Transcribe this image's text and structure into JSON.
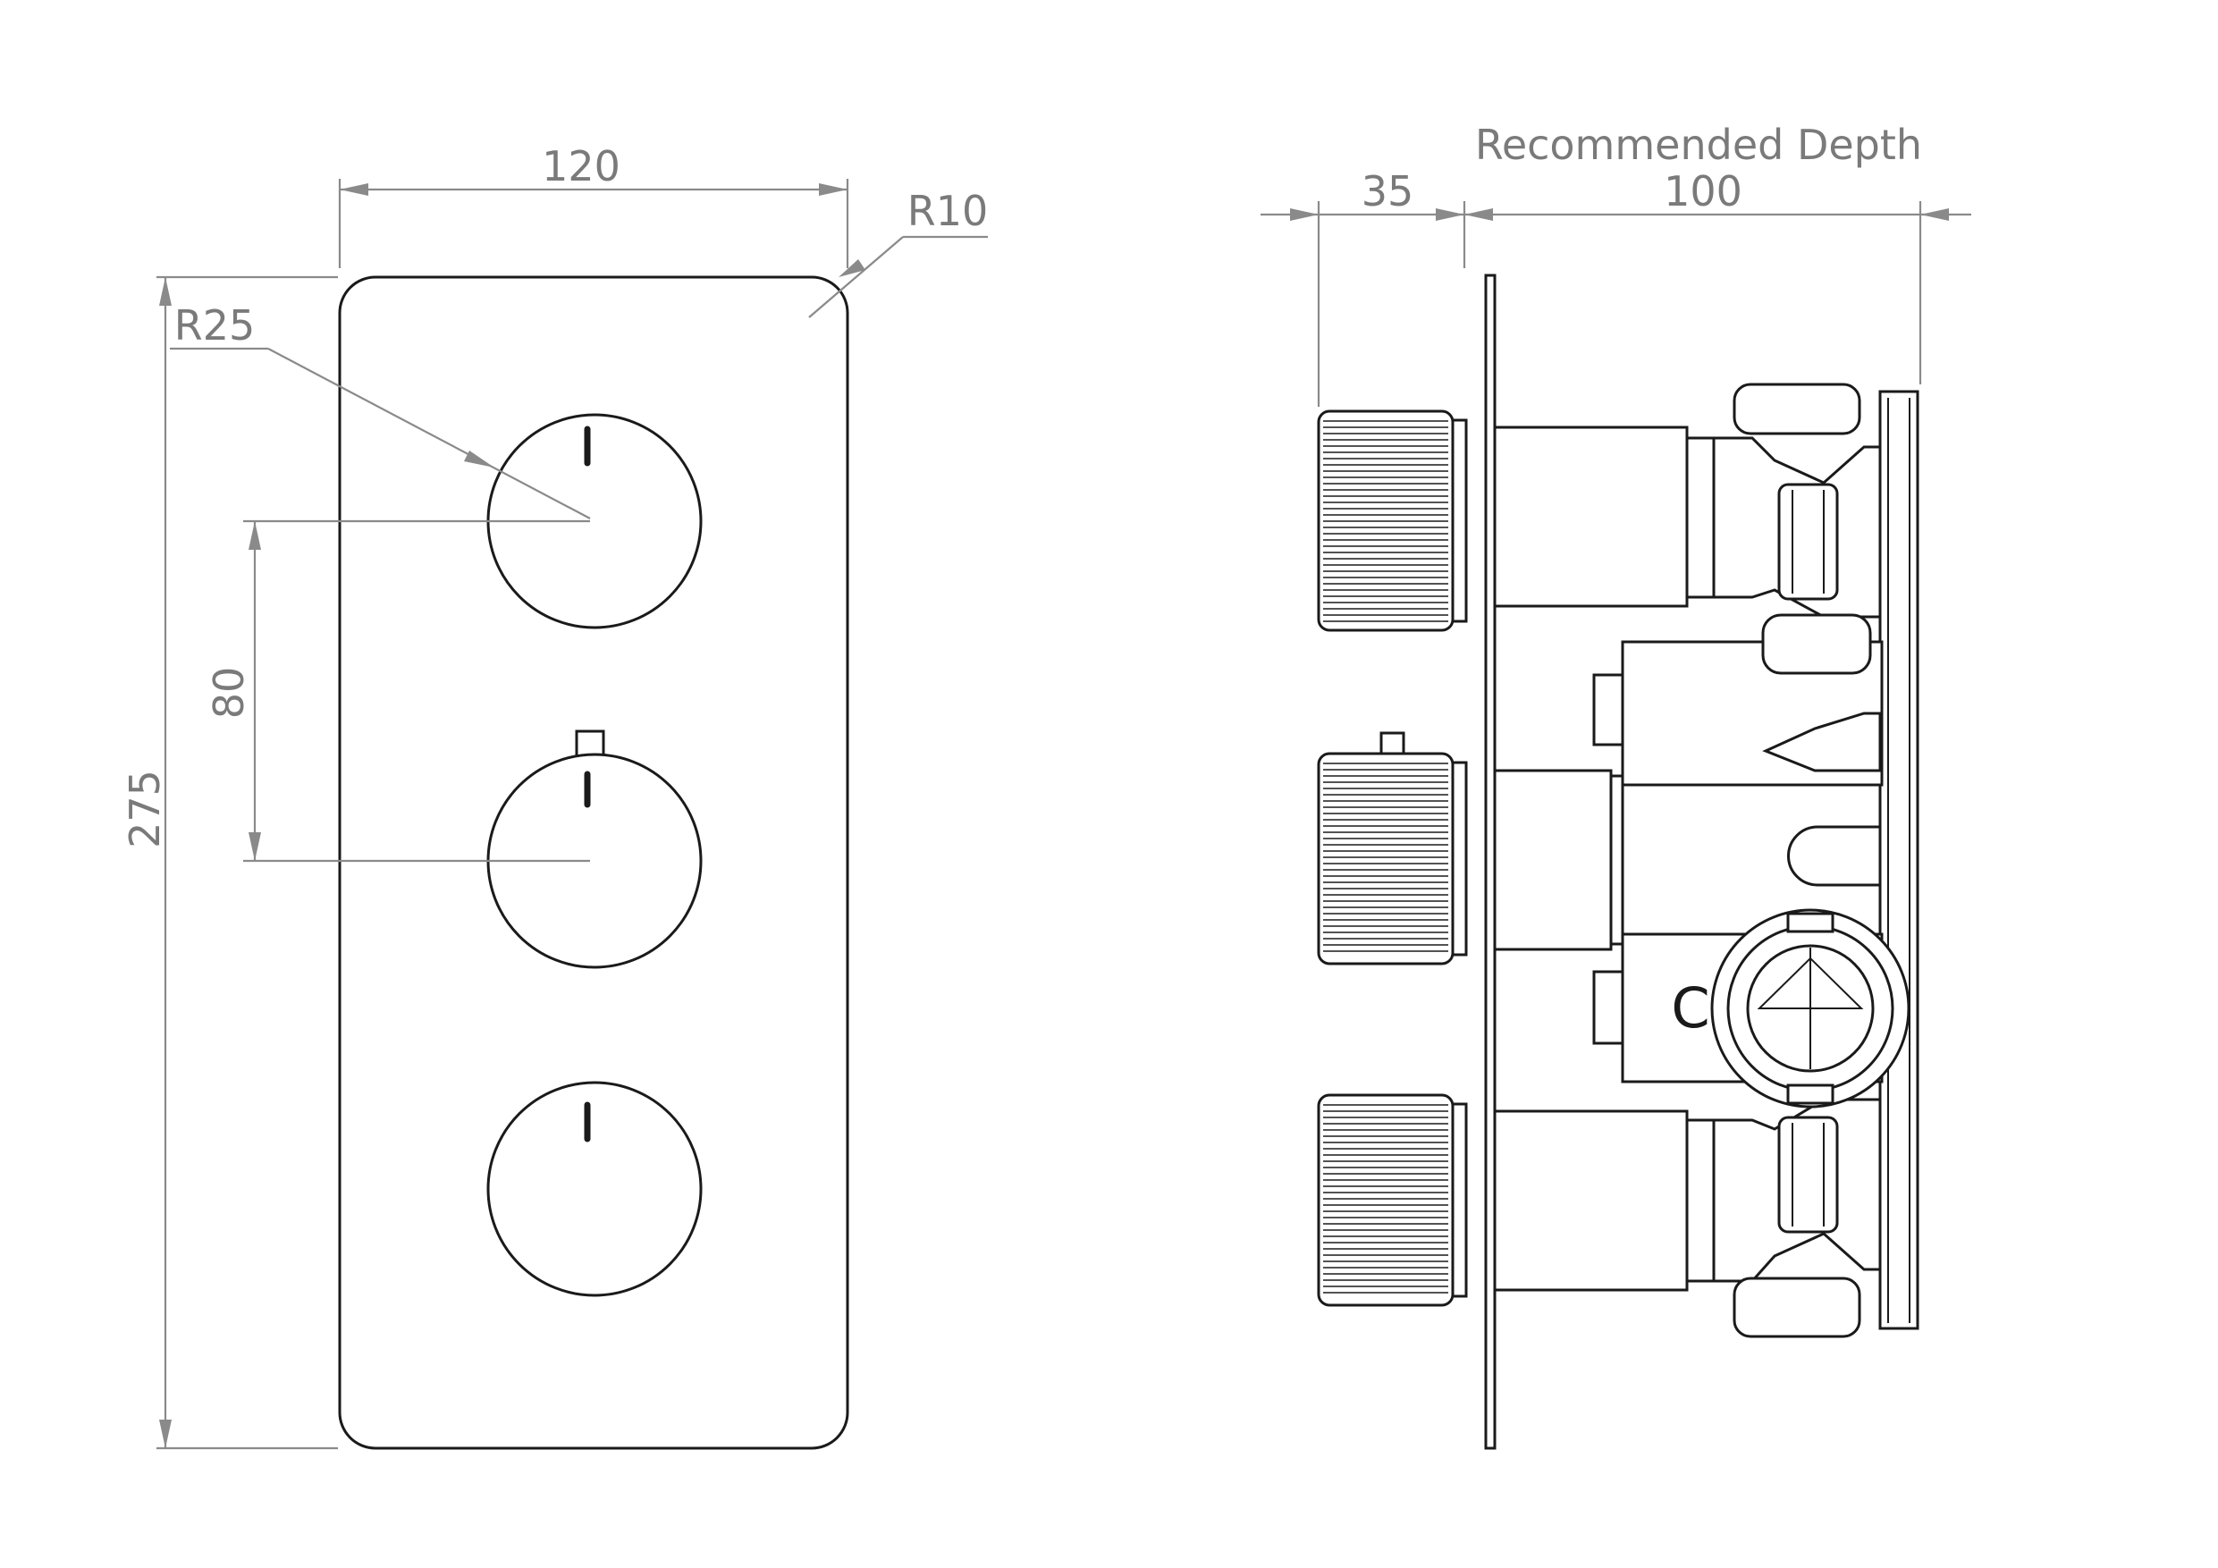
{
  "front_view": {
    "width_label": "120",
    "corner_radius_label": "R10",
    "knob_radius_label": "R25",
    "knob_spacing_label": "80",
    "height_label": "275"
  },
  "side_view": {
    "recommended_depth_title": "Recommended Depth",
    "protrusion_label": "35",
    "depth_label": "100",
    "cold_marking": "C"
  }
}
